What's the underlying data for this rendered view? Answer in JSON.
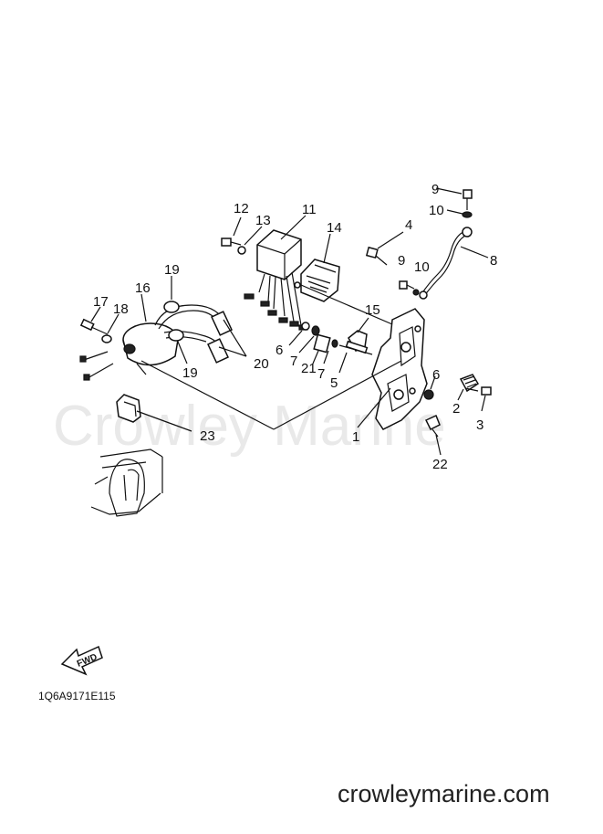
{
  "watermark": "Crowley Marine",
  "diagram_code": "1Q6A9171E115",
  "site": "crowleymarine.com",
  "fwd_label": "FWD",
  "callouts": {
    "c1": "1",
    "c2": "2",
    "c3": "3",
    "c4": "4",
    "c5": "5",
    "c6a": "6",
    "c6b": "6",
    "c7a": "7",
    "c7b": "7",
    "c8": "8",
    "c9a": "9",
    "c9b": "9",
    "c10a": "10",
    "c10b": "10",
    "c11": "11",
    "c12": "12",
    "c13": "13",
    "c14": "14",
    "c15": "15",
    "c16": "16",
    "c17": "17",
    "c18": "18",
    "c19a": "19",
    "c19b": "19",
    "c20": "20",
    "c21": "21",
    "c22": "22",
    "c23": "23"
  }
}
